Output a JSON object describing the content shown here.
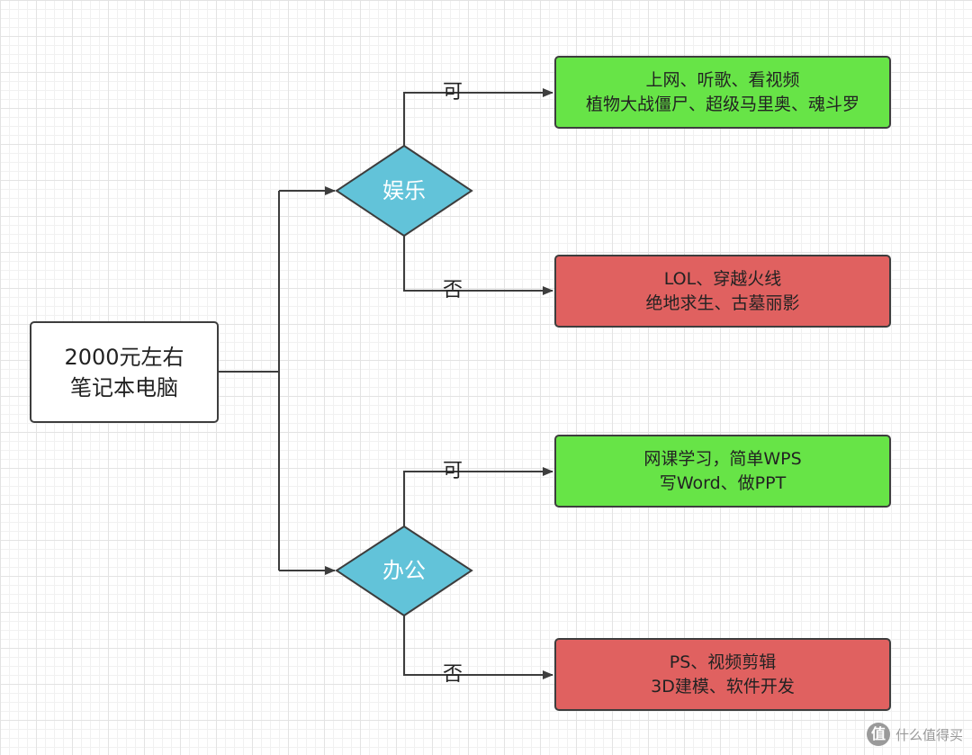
{
  "root": {
    "lines": [
      "2000元左右",
      "笔记本电脑"
    ]
  },
  "decisions": [
    {
      "label": "娱乐"
    },
    {
      "label": "办公"
    }
  ],
  "branch_labels": {
    "yes": "可",
    "no": "否"
  },
  "outcomes": [
    {
      "lines": [
        "上网、听歌、看视频",
        "植物大战僵尸、超级马里奥、魂斗罗"
      ]
    },
    {
      "lines": [
        "LOL、穿越火线",
        "绝地求生、古墓丽影"
      ]
    },
    {
      "lines": [
        "网课学习，简单WPS",
        "写Word、做PPT"
      ]
    },
    {
      "lines": [
        "PS、视频剪辑",
        "3D建模、软件开发"
      ]
    }
  ],
  "colors": {
    "yes_box": "#67e447",
    "no_box": "#e06160",
    "decision": "#62c3d9",
    "stroke": "#3d3d3d"
  },
  "watermark": {
    "icon_glyph": "值",
    "text": "什么值得买"
  }
}
